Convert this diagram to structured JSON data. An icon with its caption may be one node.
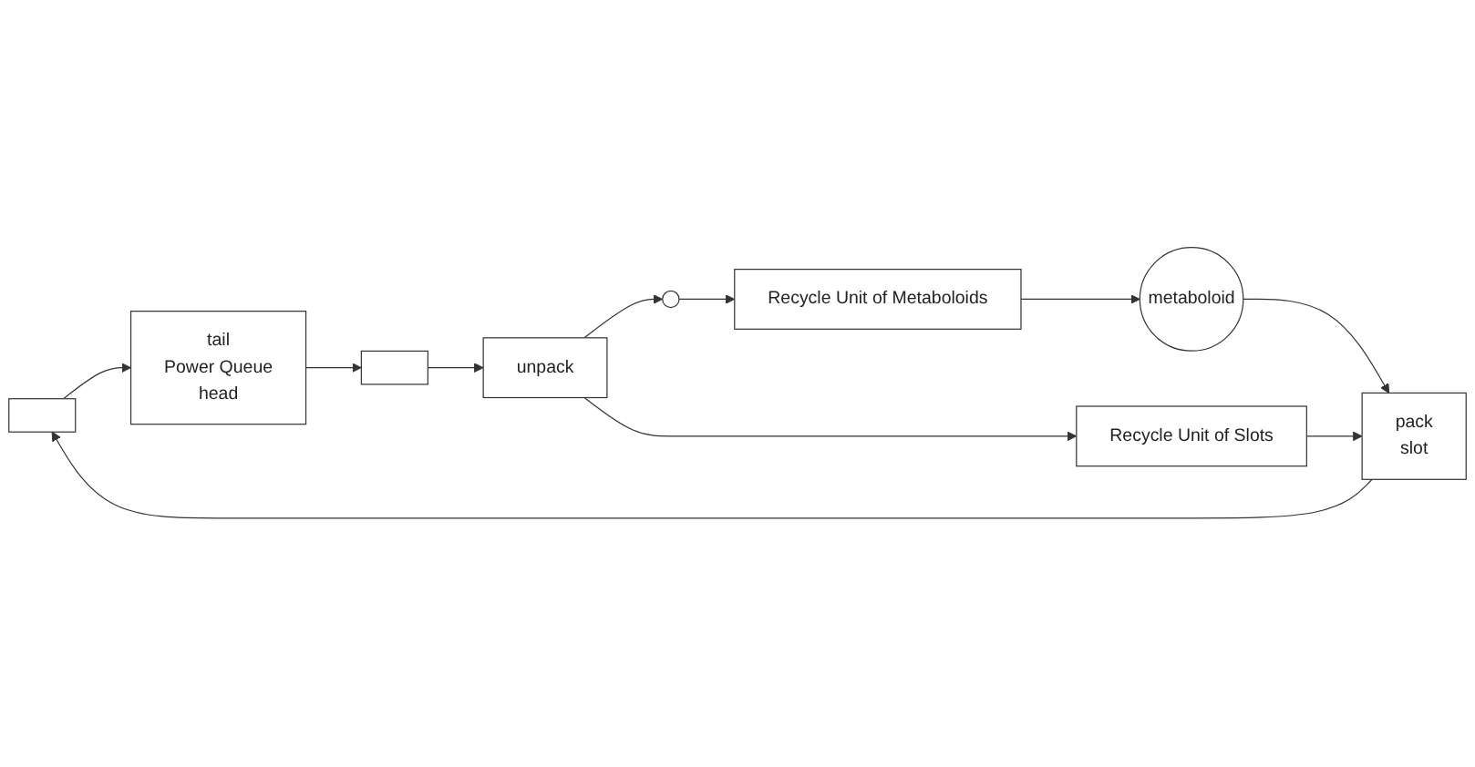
{
  "diagram": {
    "nodes": [
      {
        "text": [],
        "shape": "box"
      },
      {
        "text": [
          "pack",
          "slot"
        ]
      },
      {
        "text": [
          "metaboloid"
        ]
      },
      {
        "text": [
          "tail",
          "Power Queue",
          "head"
        ]
      },
      {
        "text": [
          "Recycle Unit of Slots"
        ]
      },
      {
        "text": [
          "Recycle Unit of Metaboloids"
        ]
      },
      {
        "text": [],
        "shape": "box"
      },
      {
        "text": [
          "unpack"
        ]
      },
      {
        "text": [],
        "shape": "circle"
      }
    ],
    "edges": [
      {
        "from": 2,
        "to": 1,
        "arrow": "to"
      },
      {
        "from": 1,
        "to": 0,
        "arrow": "to"
      },
      {
        "from": 0,
        "to": 3,
        "arrow": "to"
      },
      {
        "from": 3,
        "to": 6,
        "arrow": "to"
      },
      {
        "from": 6,
        "to": 7,
        "arrow": "to"
      },
      {
        "from": 7,
        "to": 4,
        "arrow": "to"
      },
      {
        "from": 4,
        "to": 1,
        "arrow": "to"
      },
      {
        "from": 7,
        "to": 8,
        "arrow": "to"
      },
      {
        "from": 8,
        "to": 5,
        "arrow": "to"
      },
      {
        "from": 5,
        "to": 2,
        "arrow": "to"
      }
    ]
  }
}
